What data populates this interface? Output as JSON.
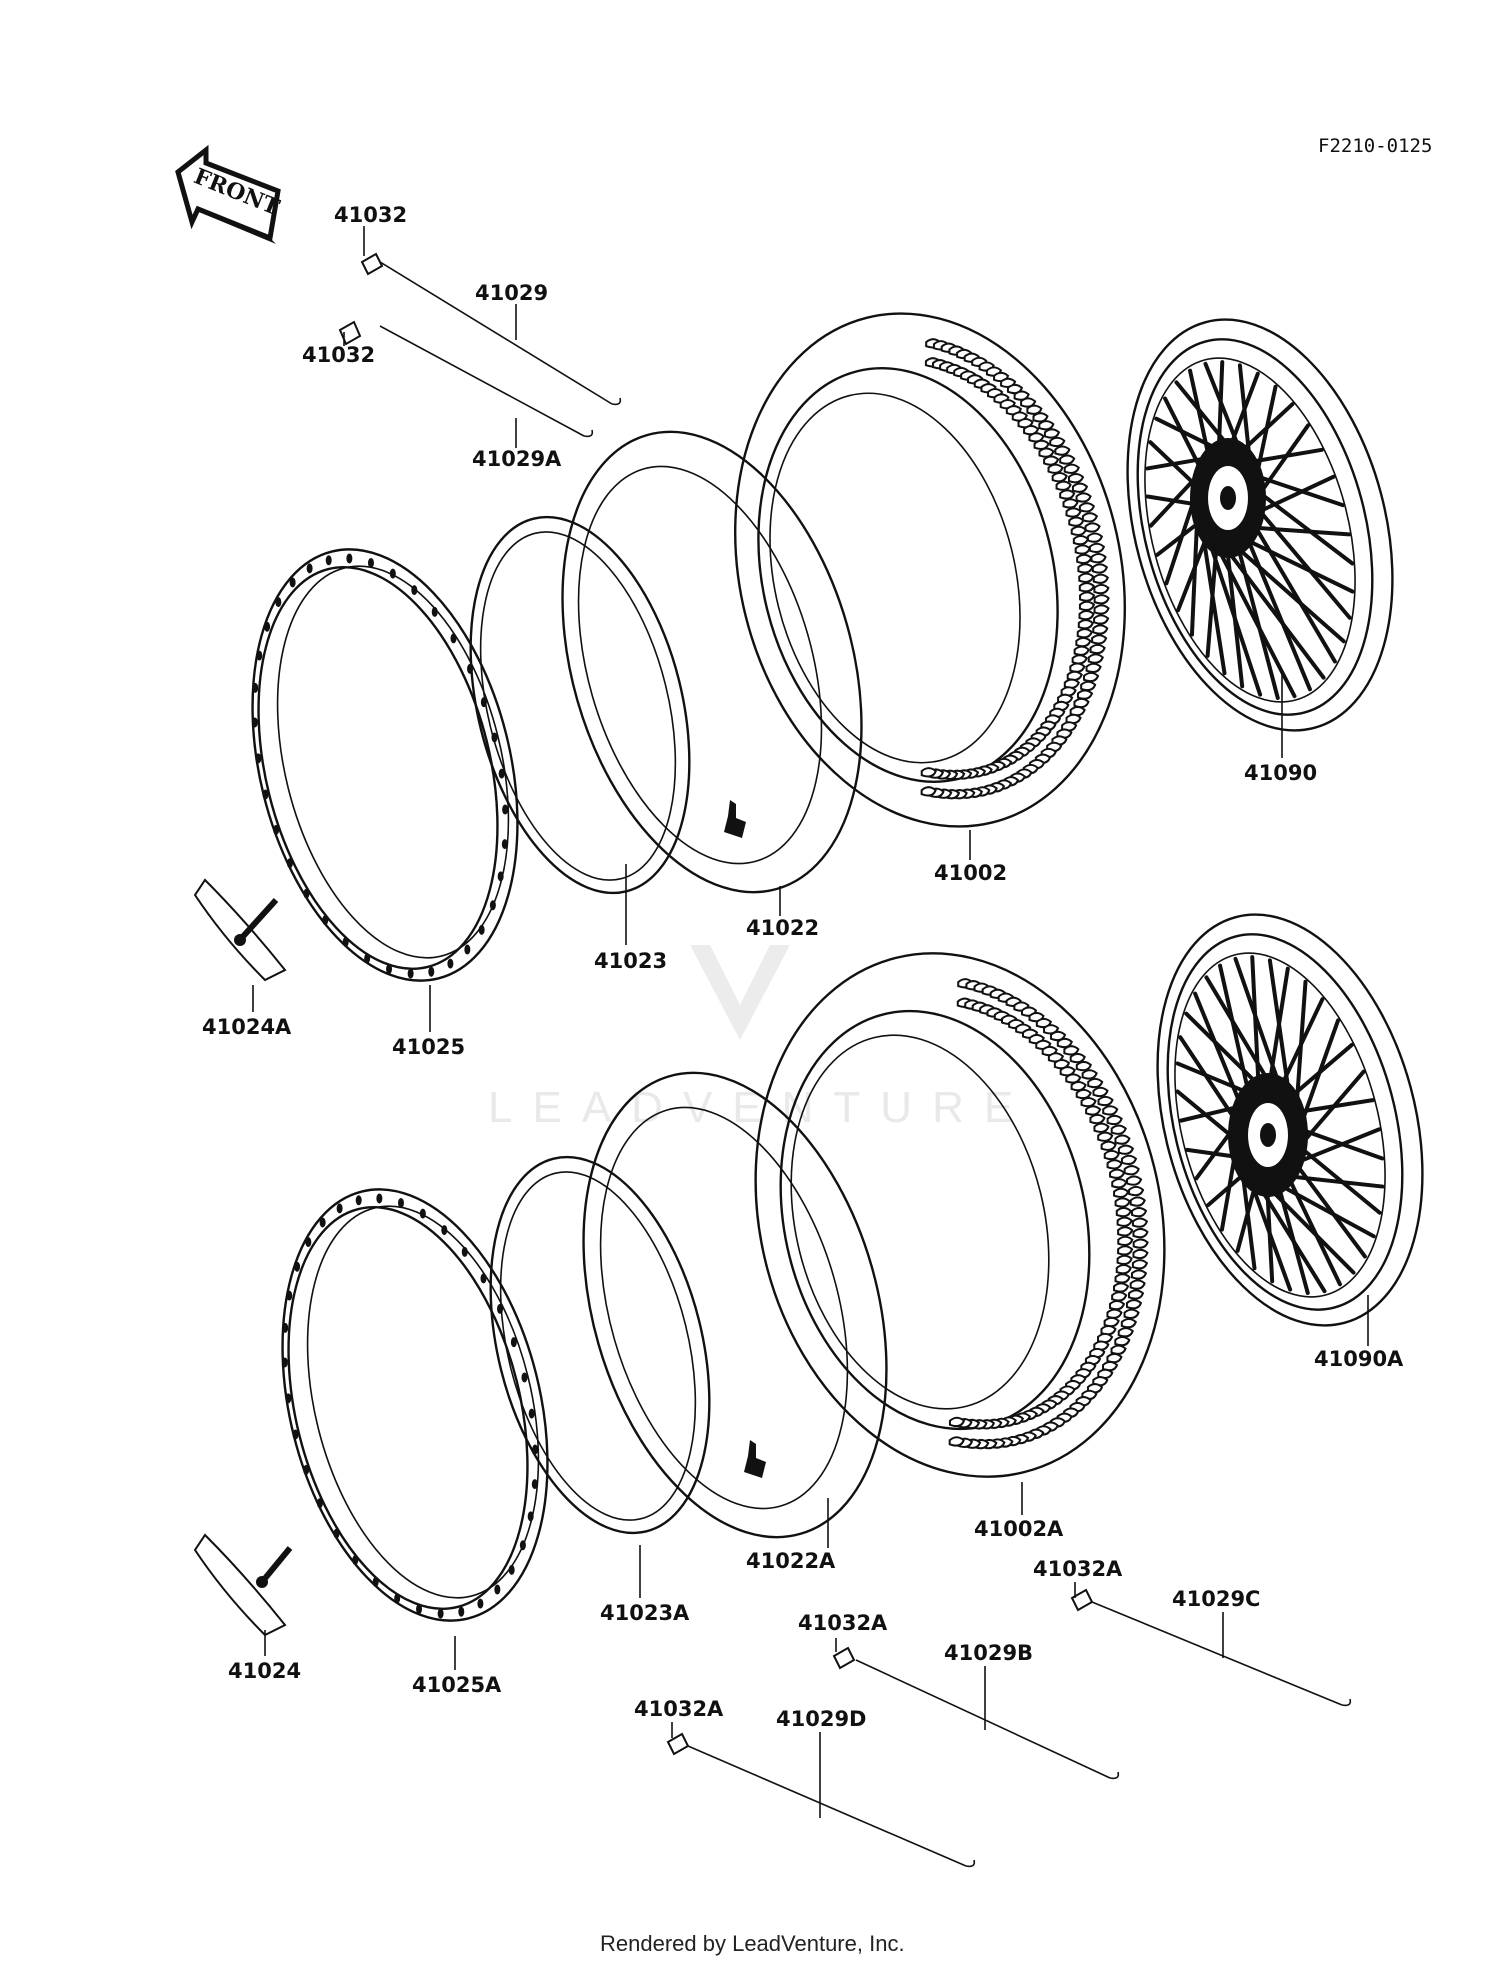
{
  "figure_code": "F2210-0125",
  "front_arrow_label": "FRONT",
  "watermark": "LEADVENTURE",
  "footer": "Rendered by LeadVenture, Inc.",
  "callouts": {
    "c41032_a": "41032",
    "c41029": "41029",
    "c41032_b": "41032",
    "c41029A": "41029A",
    "c41090": "41090",
    "c41002": "41002",
    "c41022": "41022",
    "c41023": "41023",
    "c41024A": "41024A",
    "c41025": "41025",
    "c41090A": "41090A",
    "c41002A": "41002A",
    "c41032A_1": "41032A",
    "c41029C": "41029C",
    "c41022A": "41022A",
    "c41023A": "41023A",
    "c41032A_2": "41032A",
    "c41029B": "41029B",
    "c41024": "41024",
    "c41025A": "41025A",
    "c41032A_3": "41032A",
    "c41029D": "41029D"
  }
}
